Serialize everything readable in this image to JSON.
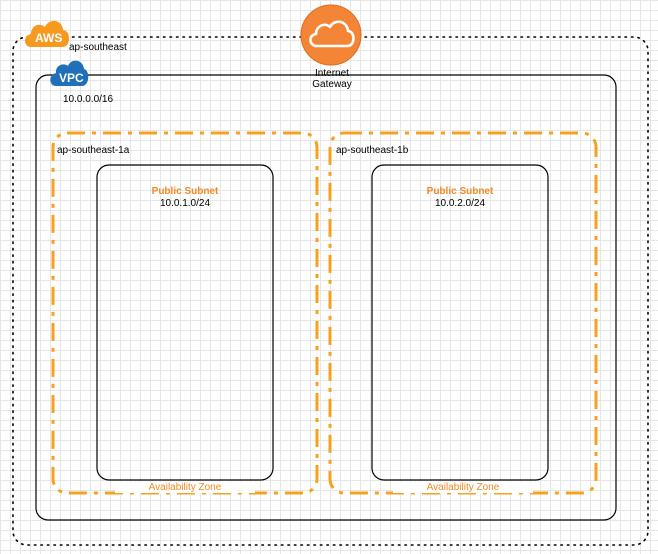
{
  "aws": {
    "badge": "AWS",
    "region": "ap-southeast"
  },
  "internet_gateway": {
    "line1": "Internet",
    "line2": "Gateway"
  },
  "vpc": {
    "badge": "VPC",
    "cidr": "10.0.0.0/16"
  },
  "zones": [
    {
      "name": "ap-southeast-1a",
      "caption": "Availability Zone",
      "subnet": {
        "title": "Public Subnet",
        "cidr": "10.0.1.0/24"
      }
    },
    {
      "name": "ap-southeast-1b",
      "caption": "Availability Zone",
      "subnet": {
        "title": "Public Subnet",
        "cidr": "10.0.2.0/24"
      }
    }
  ],
  "colors": {
    "aws_orange": "#f7981f",
    "vpc_blue": "#1f70b8",
    "az_orange": "#f7a21f",
    "igw_orange": "#f58536"
  }
}
